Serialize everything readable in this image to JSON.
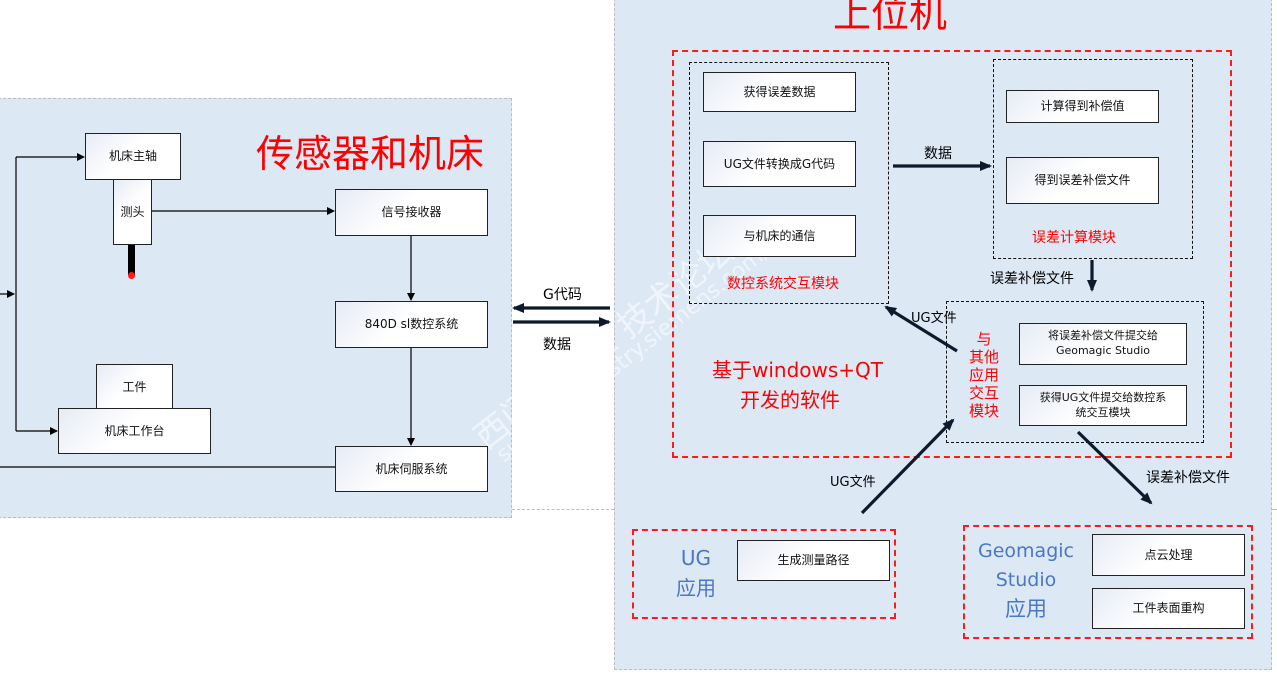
{
  "left_panel": {
    "title": "传感器和机床",
    "boxes": {
      "spindle": "机床主轴",
      "probe": "测头",
      "receiver": "信号接收器",
      "cnc": "840D sl数控系统",
      "workpiece": "工件",
      "worktable": "机床工作台",
      "servo": "机床伺服系统"
    }
  },
  "link": {
    "to_left": "G代码",
    "to_right": "数据"
  },
  "right_panel": {
    "title": "上位机",
    "software_label": [
      "基于windows+QT",
      "开发的软件"
    ],
    "cnc_module": {
      "title": "数控系统交互模块",
      "items": [
        "获得误差数据",
        "UG文件转换成G代码",
        "与机床的通信"
      ]
    },
    "error_module": {
      "title": "误差计算模块",
      "items": [
        "计算得到补偿值",
        "得到误差补偿文件"
      ]
    },
    "app_module": {
      "title_lines": [
        "与",
        "其他",
        "应用",
        "交互",
        "模块"
      ],
      "items": [
        [
          "将误差补偿文件提交给",
          "Geomagic Studio"
        ],
        [
          "获得UG文件提交给数控系",
          "统交互模块"
        ]
      ]
    },
    "arrows": {
      "data": "数据",
      "comp_file": "误差补偿文件",
      "ug_file_up": "UG文件",
      "ug_file_in": "UG文件",
      "comp_file_out": "误差补偿文件"
    },
    "ug_app": {
      "title_lines": [
        "UG",
        "应用"
      ],
      "items": [
        "生成测量路径"
      ]
    },
    "geomagic_app": {
      "title_lines": [
        "Geomagic",
        "Studio",
        "应用"
      ],
      "items": [
        "点云处理",
        "工件表面重构"
      ]
    }
  },
  "watermark": [
    "西门子工业 技术论坛",
    "support.industry.siemens.com/cs"
  ],
  "colors": {
    "panel_bg": "#dde8f5",
    "accent_red": "#ff0000",
    "app_blue": "#4a78c2"
  }
}
